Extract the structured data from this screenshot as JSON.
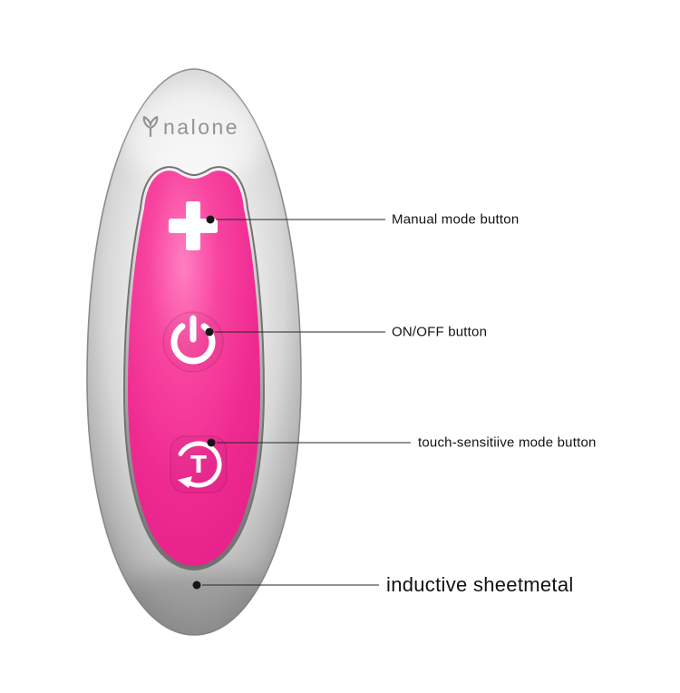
{
  "device": {
    "brand": "nalone",
    "panel_color": "#ee2c90",
    "shell_color": "#c9c9c9",
    "buttons": [
      {
        "name": "manual-mode-button",
        "icon": "plus-icon"
      },
      {
        "name": "power-button",
        "icon": "power-icon"
      },
      {
        "name": "touch-mode-button",
        "icon": "touch-mode-icon",
        "glyph": "T"
      }
    ]
  },
  "annotations": [
    {
      "label": "Manual mode button"
    },
    {
      "label": "ON/OFF button"
    },
    {
      "label": "touch-sensitiive mode button"
    },
    {
      "label": "inductive sheetmetal"
    }
  ],
  "colors": {
    "accent_pink": "#ee2c90",
    "callout_line": "#262626",
    "label_text": "#121212",
    "brand_gray": "#939393"
  }
}
